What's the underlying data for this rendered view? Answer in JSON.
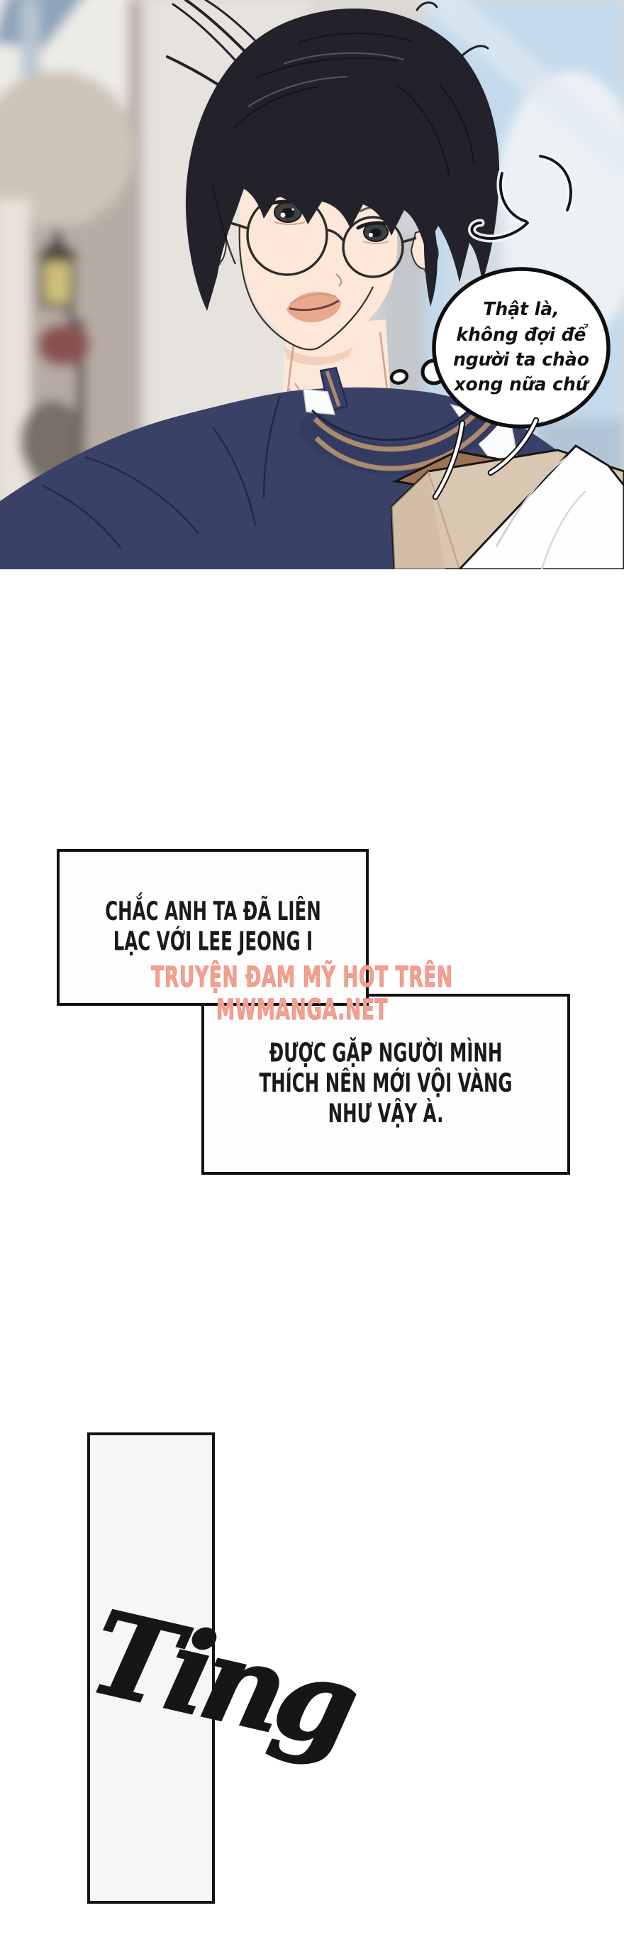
{
  "panel": {
    "bubble_text": "Thật là,\nkhông đợi để\nngười ta chào\nxong nữa chứ"
  },
  "captions": {
    "box1": "CHẮC ANH TA ĐÃ LIÊN\nLẠC VỚI LEE JEONG I",
    "box2": "ĐƯỢC GẶP NGƯỜI MÌNH\nTHÍCH NÊN MỚI VỘI VÀNG NHƯ VẬY À."
  },
  "watermark": "TRUYỆN ĐAM MỸ HOT TRÊN MWMANGA.NET",
  "sfx": "Ting",
  "colors": {
    "watermark": "#f2a091",
    "jacket_navy": "#3a4167",
    "collar_stripe_tan": "#ab8a6e",
    "paper_bag_kraft": "#d9c7b2",
    "bag_interior_brown": "#9b7456",
    "sky_blue": "#c3daec",
    "skin": "#fce7d9",
    "hair_black": "#232129",
    "sfx_panel_fill": "#f7f6f6"
  }
}
